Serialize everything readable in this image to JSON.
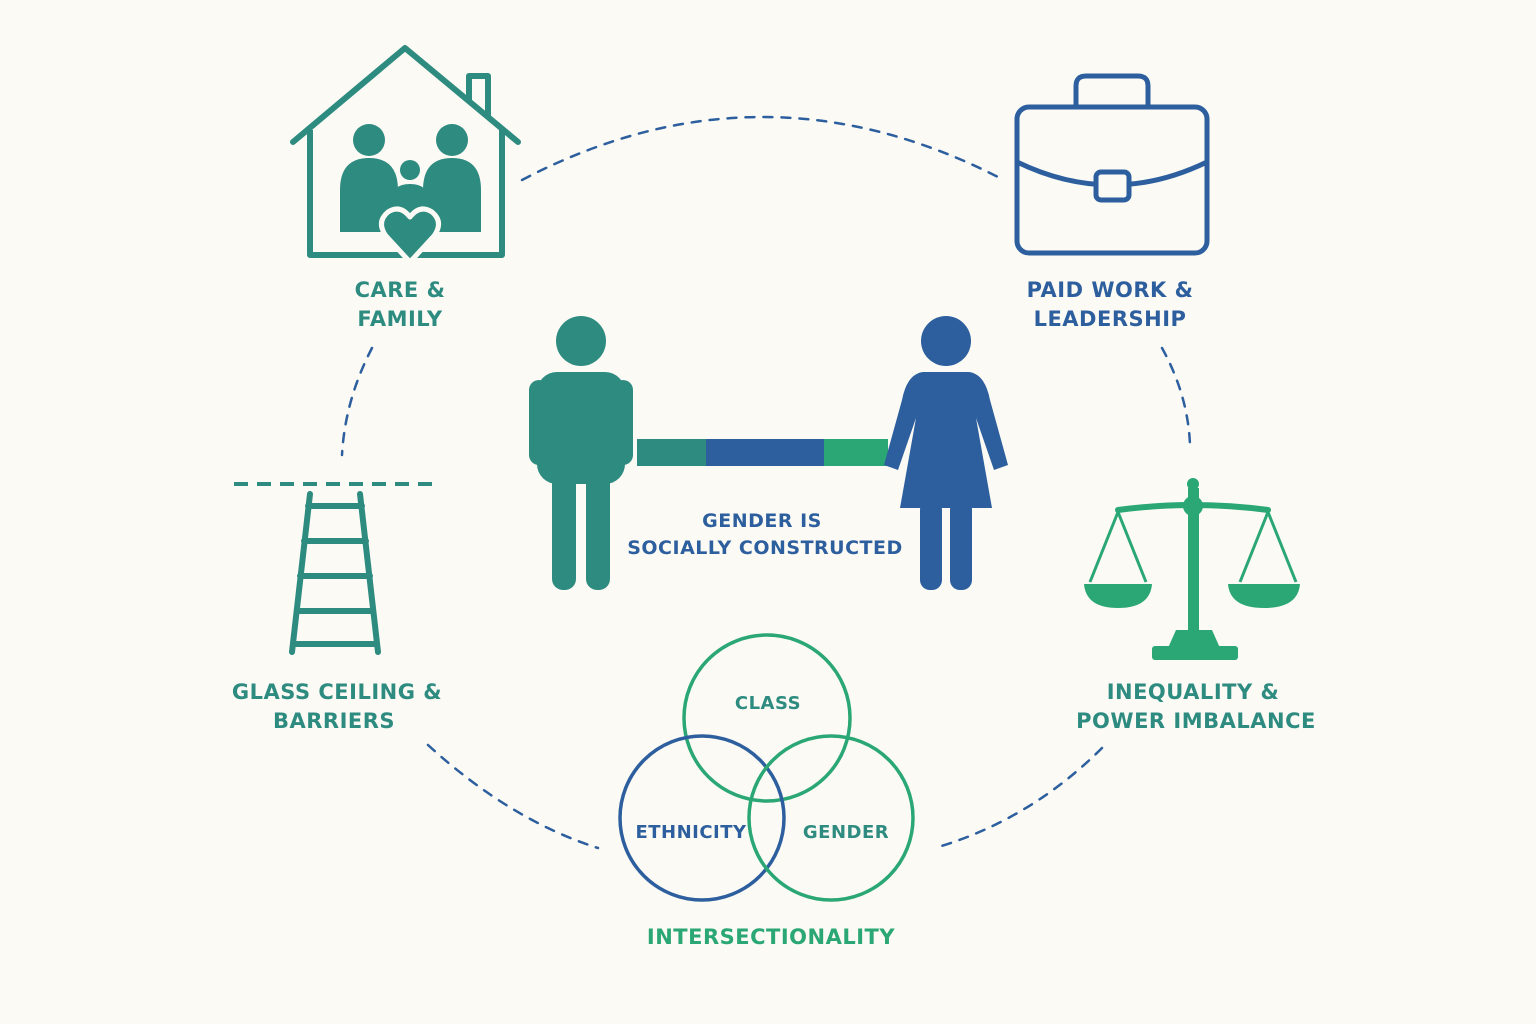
{
  "colors": {
    "teal": "#2e8b80",
    "blue": "#2d5f9e",
    "green": "#2aa774",
    "background": "#fbfaf5"
  },
  "center": {
    "caption_line1": "GENDER IS",
    "caption_line2": "SOCIALLY CONSTRUCTED"
  },
  "nodes": {
    "care": {
      "line1": "CARE &",
      "line2": "FAMILY",
      "icon": "house-family-icon"
    },
    "work": {
      "line1": "PAID WORK &",
      "line2": "LEADERSHIP",
      "icon": "briefcase-icon"
    },
    "glass": {
      "line1": "GLASS CEILING &",
      "line2": "BARRIERS",
      "icon": "ladder-ceiling-icon"
    },
    "inequality": {
      "line1": "INEQUALITY &",
      "line2": "POWER IMBALANCE",
      "icon": "scales-icon"
    }
  },
  "venn": {
    "top": "CLASS",
    "left": "ETHNICITY",
    "right": "GENDER",
    "title": "INTERSECTIONALITY"
  }
}
